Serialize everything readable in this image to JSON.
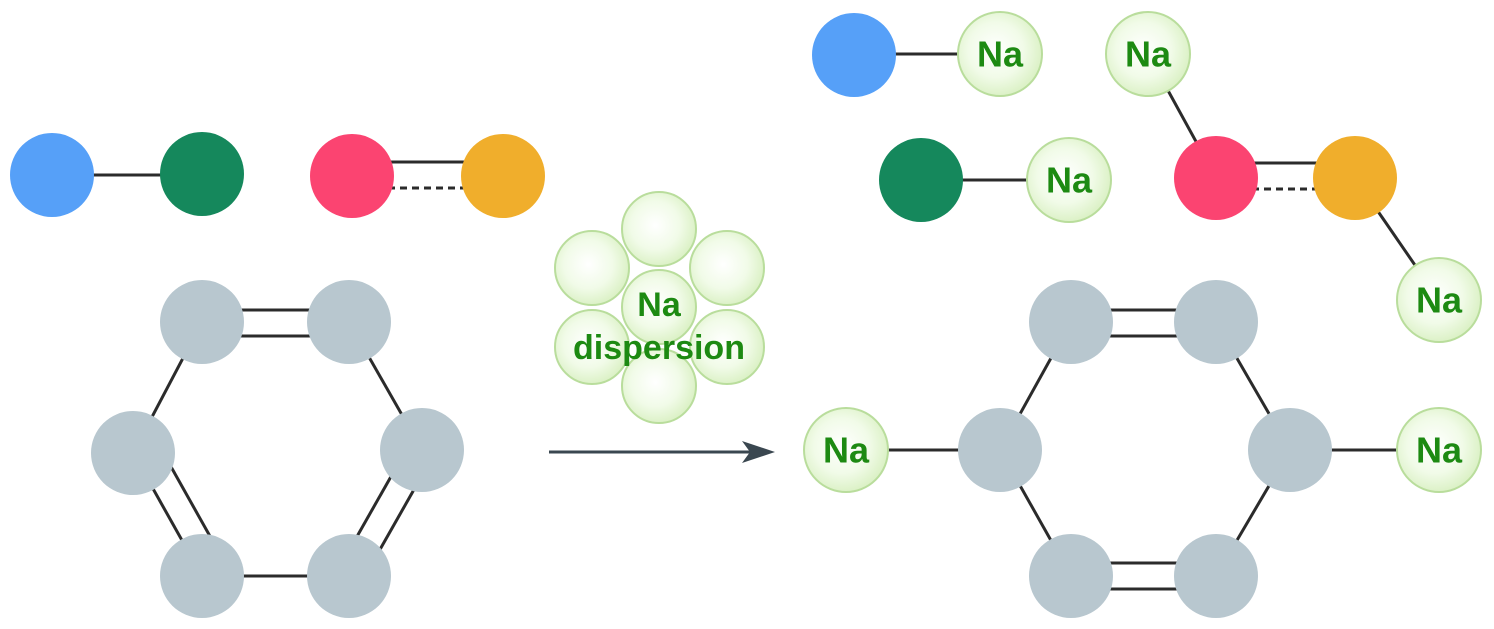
{
  "colors": {
    "blue": "#56a0f8",
    "dark_green": "#15885c",
    "pink": "#fb4471",
    "orange": "#f0ae2c",
    "gray": "#b8c7cf",
    "sodium_fill": "#e3f5cf",
    "sodium_stroke": "#b9dd9c",
    "label_green": "#1d8a12",
    "arrow": "#3a4750"
  },
  "reagent": {
    "line1": "Na",
    "line2": "dispersion"
  },
  "sodium_label": "Na",
  "atoms": {
    "reactants": [
      "blue",
      "dark-green",
      "pink",
      "orange",
      "ring-carbon-1",
      "ring-carbon-2",
      "ring-carbon-3",
      "ring-carbon-4",
      "ring-carbon-5",
      "ring-carbon-6"
    ],
    "products": [
      "blue",
      "dark-green",
      "pink",
      "orange",
      "ring-carbon-1",
      "ring-carbon-2",
      "ring-carbon-3",
      "ring-carbon-4",
      "ring-carbon-5",
      "ring-carbon-6"
    ]
  }
}
